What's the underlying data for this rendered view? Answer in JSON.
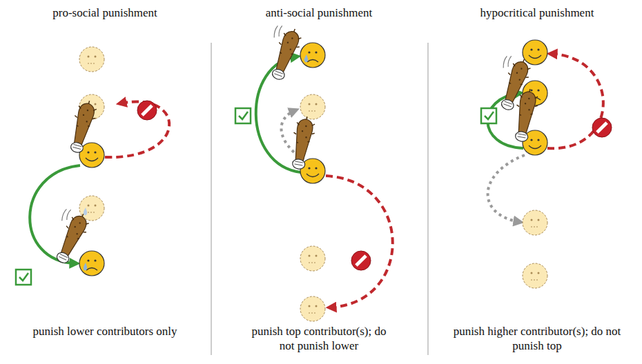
{
  "diagram": {
    "labels": [
      "pro-social punishment",
      "anti-social punishment",
      "hypocritical punishment",
      "punish lower contributors only",
      "punish top contributor(s); do not punish lower",
      "punish higher contributor(s); do not punish top"
    ]
  }
}
